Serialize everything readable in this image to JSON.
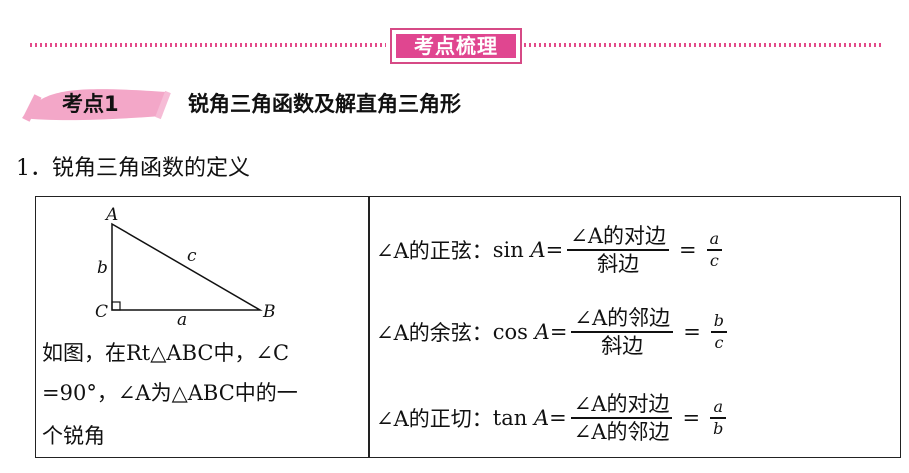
{
  "banner": {
    "title": "考点梳理"
  },
  "section": {
    "label": "考点1",
    "title": "锐角三角函数及解直角三角形"
  },
  "subheading": "1．锐角三角函数的定义",
  "triangle": {
    "vertex_a": "A",
    "vertex_b": "B",
    "vertex_c": "C",
    "side_a": "a",
    "side_b": "b",
    "side_c": "c"
  },
  "left_text": {
    "line1": "如图，在Rt△ABC中，∠C",
    "line2": "=90°，∠A为△ABC中的一",
    "line3": "个锐角"
  },
  "formulas": [
    {
      "prefix": "∠A的正弦：",
      "func": "sin",
      "var": "A",
      "eq1": "=",
      "num": "∠A的对边",
      "den": "斜边",
      "eq2": "=",
      "small_num": "a",
      "small_den": "c"
    },
    {
      "prefix": "∠A的余弦：",
      "func": "cos",
      "var": "A",
      "eq1": "=",
      "num": "∠A的邻边",
      "den": "斜边",
      "eq2": "=",
      "small_num": "b",
      "small_den": "c"
    },
    {
      "prefix": "∠A的正切：",
      "func": "tan",
      "var": "A",
      "eq1": "=",
      "num": "∠A的对边",
      "den": "∠A的邻边",
      "eq2": "=",
      "small_num": "a",
      "small_den": "b"
    }
  ]
}
